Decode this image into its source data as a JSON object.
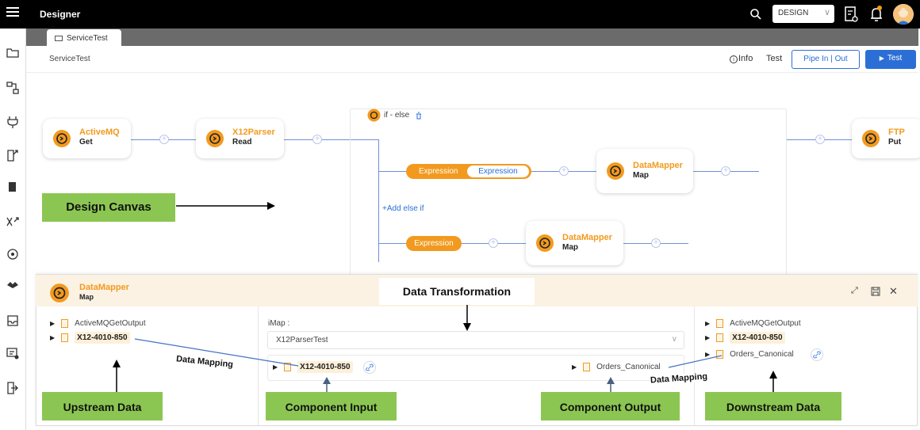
{
  "app": {
    "title": "Designer",
    "mode": "DESIGN"
  },
  "topbar_icons": [
    "menu-icon",
    "search-icon",
    "document-icon",
    "bell-icon",
    "avatar"
  ],
  "tab": {
    "label": "ServiceTest"
  },
  "breadcrumb": "ServiceTest",
  "toolbar": {
    "info": "Info",
    "test_link": "Test",
    "pipe": "Pipe In | Out",
    "test_button": "Test"
  },
  "canvas": {
    "nodes": [
      {
        "name": "ActiveMQ",
        "op": "Get"
      },
      {
        "name": "X12Parser",
        "op": "Read"
      },
      {
        "name": "FTP",
        "op": "Put"
      },
      {
        "name": "DataMapper",
        "op": "Map"
      },
      {
        "name": "DataMapper",
        "op": "Map"
      }
    ],
    "if_else": "if - else",
    "expression": "Expression",
    "add_else_if": "+Add else if"
  },
  "callouts": {
    "design_canvas": "Design Canvas",
    "data_transformation": "Data Transformation",
    "data_mapping": "Data Mapping",
    "upstream": "Upstream Data",
    "component_input": "Component Input",
    "component_output": "Component Output",
    "downstream": "Downstream Data"
  },
  "panel": {
    "node_name": "DataMapper",
    "node_op": "Map",
    "upstream": [
      "ActiveMQGetOutput",
      "X12-4010-850"
    ],
    "imap_label": "iMap :",
    "imap_value": "X12ParserTest",
    "input": "X12-4010-850",
    "output": "Orders_Canonical",
    "downstream": [
      "ActiveMQGetOutput",
      "X12-4010-850",
      "Orders_Canonical"
    ]
  },
  "colors": {
    "accent": "#f29a1f",
    "primary": "#2b6fd6",
    "callout": "#8cc652",
    "line": "#6f8fd6"
  }
}
